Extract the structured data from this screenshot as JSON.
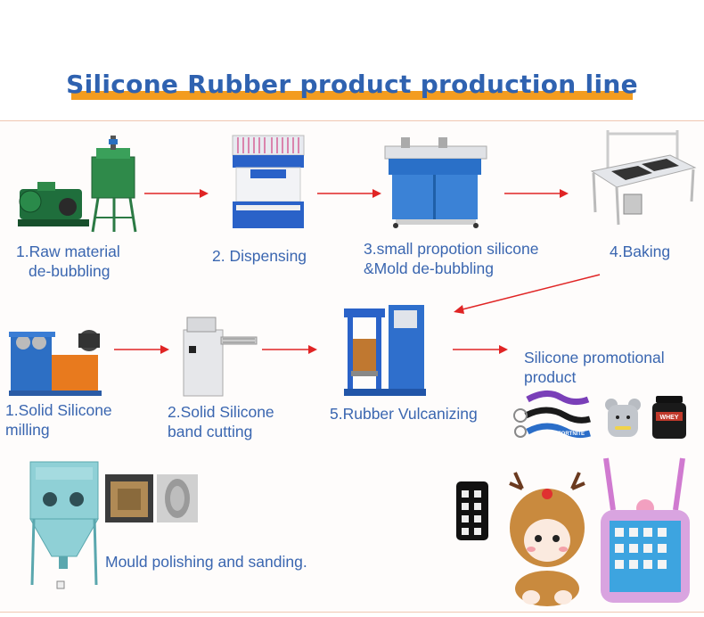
{
  "title": "Silicone Rubber product production line",
  "colors": {
    "title_text": "#2f62b0",
    "title_bar": "#f39c1f",
    "label_text": "#3a66b0",
    "arrow": "#e02424",
    "panel_border": "#f0c7b2"
  },
  "steps": {
    "raw_material_line1": "1.Raw material",
    "raw_material_line2": "de-bubbling",
    "dispensing": "2. Dispensing",
    "small_propotion_line1": "3.small propotion silicone",
    "small_propotion_line2": "&Mold de-bubbling",
    "baking": "4.Baking",
    "solid_milling_line1": "1.Solid Silicone",
    "solid_milling_line2": "milling",
    "band_cutting_line1": "2.Solid Silicone",
    "band_cutting_line2": "band cutting",
    "vulcanizing": "5.Rubber Vulcanizing",
    "promotional_line1": "Silicone promotional",
    "promotional_line2": "product",
    "mould_polishing": "Mould polishing and sanding."
  },
  "product_labels": {
    "whey": "WHEY",
    "fortnite": "FORTNITE"
  },
  "icons": {
    "vacuum_pump": "vacuum-pump-machine",
    "dispenser": "dispensing-machine",
    "debubbler": "debubbling-machine",
    "oven": "baking-table",
    "mill": "two-roll-mill-machine",
    "cutter": "band-cutting-machine",
    "press": "vulcanizing-press",
    "sandblaster": "sandblasting-cabinet"
  }
}
